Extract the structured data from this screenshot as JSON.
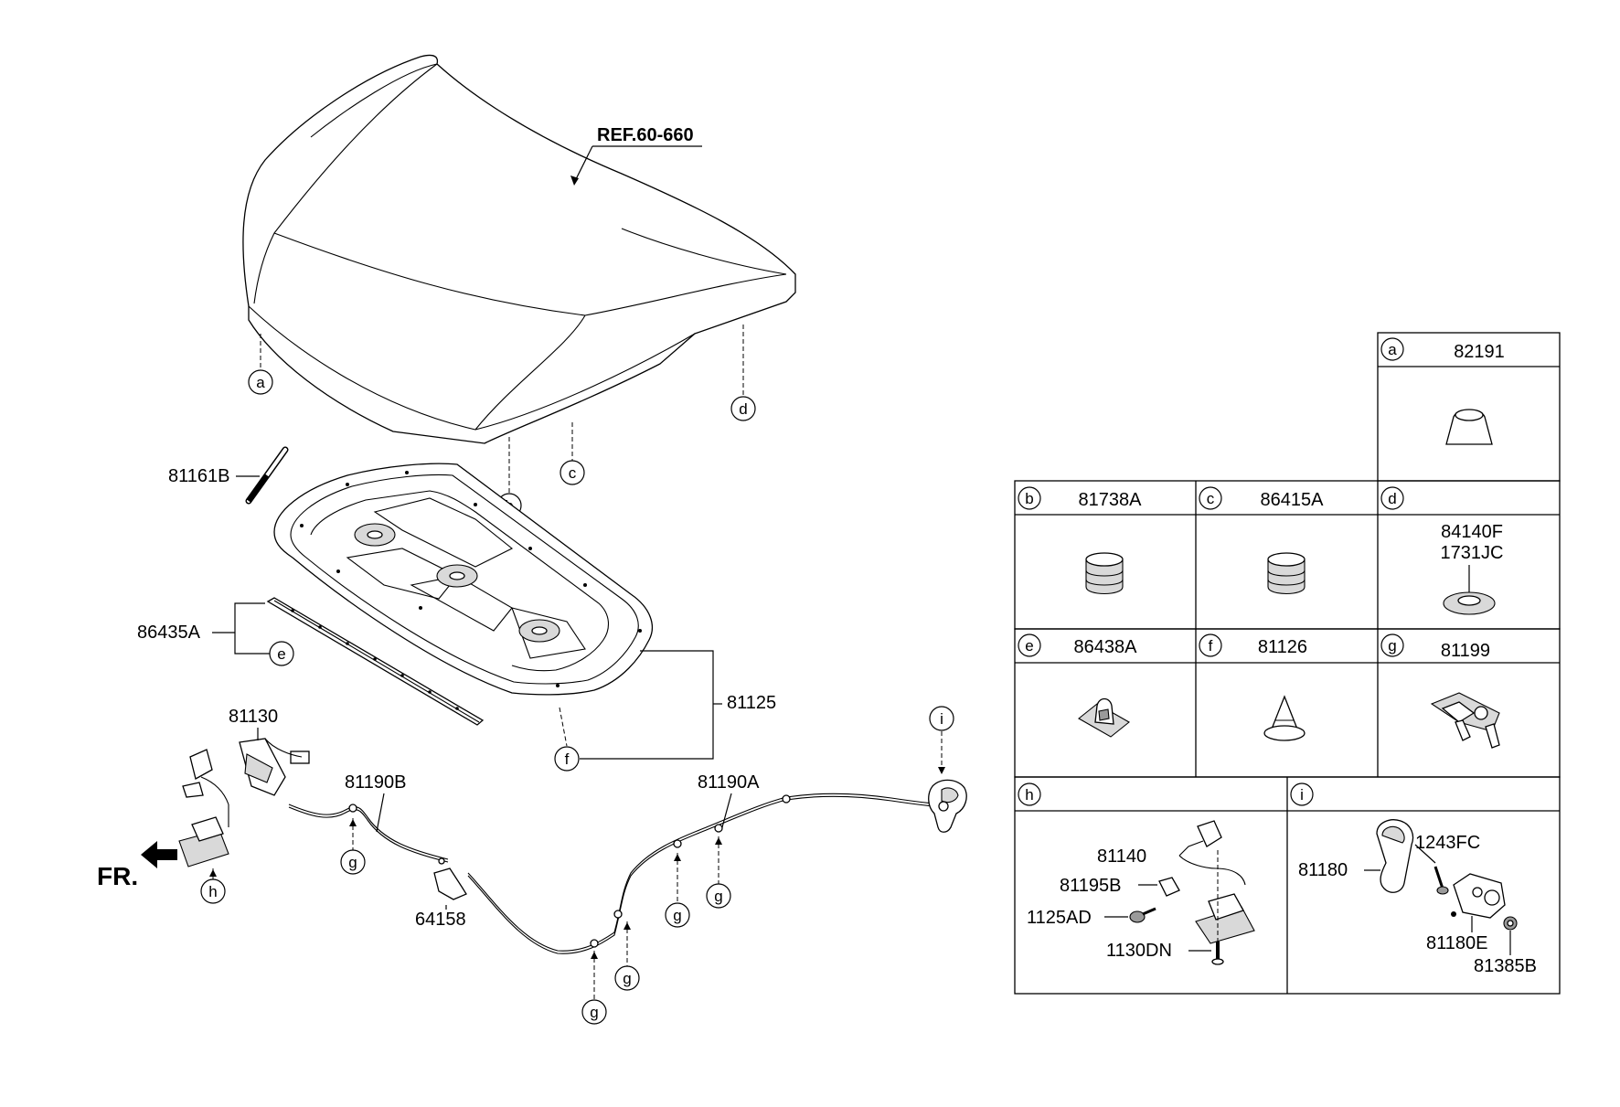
{
  "reference": "REF.60-660",
  "front_marker": "FR.",
  "callouts": {
    "a": "a",
    "b": "b",
    "c": "c",
    "d": "d",
    "e": "e",
    "f": "f",
    "g": "g",
    "h": "h",
    "i": "i"
  },
  "part_labels": {
    "hood_stay": "81161B",
    "weatherstrip": "86435A",
    "insulator_pad": "81125",
    "latch_assy": "81130",
    "release_cable_b": "81190B",
    "release_cable_a": "81190A",
    "cable_bracket": "64158"
  },
  "legend": {
    "a": {
      "letter": "a",
      "parts": [
        "82191"
      ]
    },
    "b": {
      "letter": "b",
      "parts": [
        "81738A"
      ]
    },
    "c": {
      "letter": "c",
      "parts": [
        "86415A"
      ]
    },
    "d": {
      "letter": "d",
      "parts": [
        "84140F",
        "1731JC"
      ]
    },
    "e": {
      "letter": "e",
      "parts": [
        "86438A"
      ]
    },
    "f": {
      "letter": "f",
      "parts": [
        "81126"
      ]
    },
    "g": {
      "letter": "g",
      "parts": [
        "81199"
      ]
    },
    "h": {
      "letter": "h",
      "parts": [
        "81140",
        "81195B",
        "1125AD",
        "1130DN"
      ]
    },
    "i": {
      "letter": "i",
      "parts": [
        "1243FC",
        "81180",
        "81180E",
        "81385B"
      ]
    }
  }
}
